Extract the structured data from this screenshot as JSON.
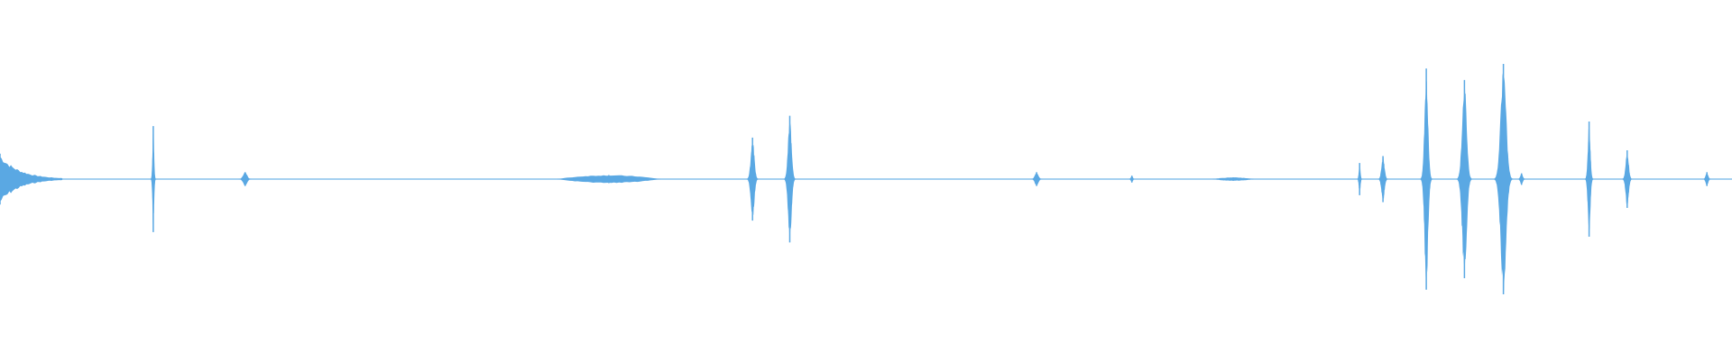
{
  "waveform": {
    "color": "#5aa8e3",
    "baseline_color": "#6fb3e8",
    "background": "#ffffff",
    "peak_scale": 1.0,
    "events": [
      {
        "t": 0.0,
        "amp": 0.22,
        "width": 0.006,
        "shape": "decay",
        "decay_len": 0.03
      },
      {
        "t": 0.0885,
        "amp": 0.46,
        "width": 0.0015,
        "shape": "spike"
      },
      {
        "t": 0.1415,
        "amp": 0.06,
        "width": 0.004,
        "shape": "spike"
      },
      {
        "t": 0.3515,
        "amp": 0.035,
        "width": 0.03,
        "shape": "blob"
      },
      {
        "t": 0.4345,
        "amp": 0.36,
        "width": 0.0035,
        "shape": "spike"
      },
      {
        "t": 0.456,
        "amp": 0.55,
        "width": 0.0035,
        "shape": "spike"
      },
      {
        "t": 0.5985,
        "amp": 0.06,
        "width": 0.0035,
        "shape": "spike"
      },
      {
        "t": 0.6535,
        "amp": 0.03,
        "width": 0.002,
        "shape": "spike"
      },
      {
        "t": 0.712,
        "amp": 0.015,
        "width": 0.012,
        "shape": "blob"
      },
      {
        "t": 0.785,
        "amp": 0.14,
        "width": 0.0015,
        "shape": "spike"
      },
      {
        "t": 0.7985,
        "amp": 0.2,
        "width": 0.003,
        "shape": "spike"
      },
      {
        "t": 0.8235,
        "amp": 0.96,
        "width": 0.0035,
        "shape": "spike"
      },
      {
        "t": 0.8455,
        "amp": 0.86,
        "width": 0.0045,
        "shape": "spike"
      },
      {
        "t": 0.868,
        "amp": 1.0,
        "width": 0.0055,
        "shape": "spike"
      },
      {
        "t": 0.8785,
        "amp": 0.05,
        "width": 0.0025,
        "shape": "spike"
      },
      {
        "t": 0.9175,
        "amp": 0.5,
        "width": 0.0025,
        "shape": "spike"
      },
      {
        "t": 0.9395,
        "amp": 0.25,
        "width": 0.003,
        "shape": "spike"
      },
      {
        "t": 0.9855,
        "amp": 0.06,
        "width": 0.0025,
        "shape": "spike"
      }
    ]
  }
}
